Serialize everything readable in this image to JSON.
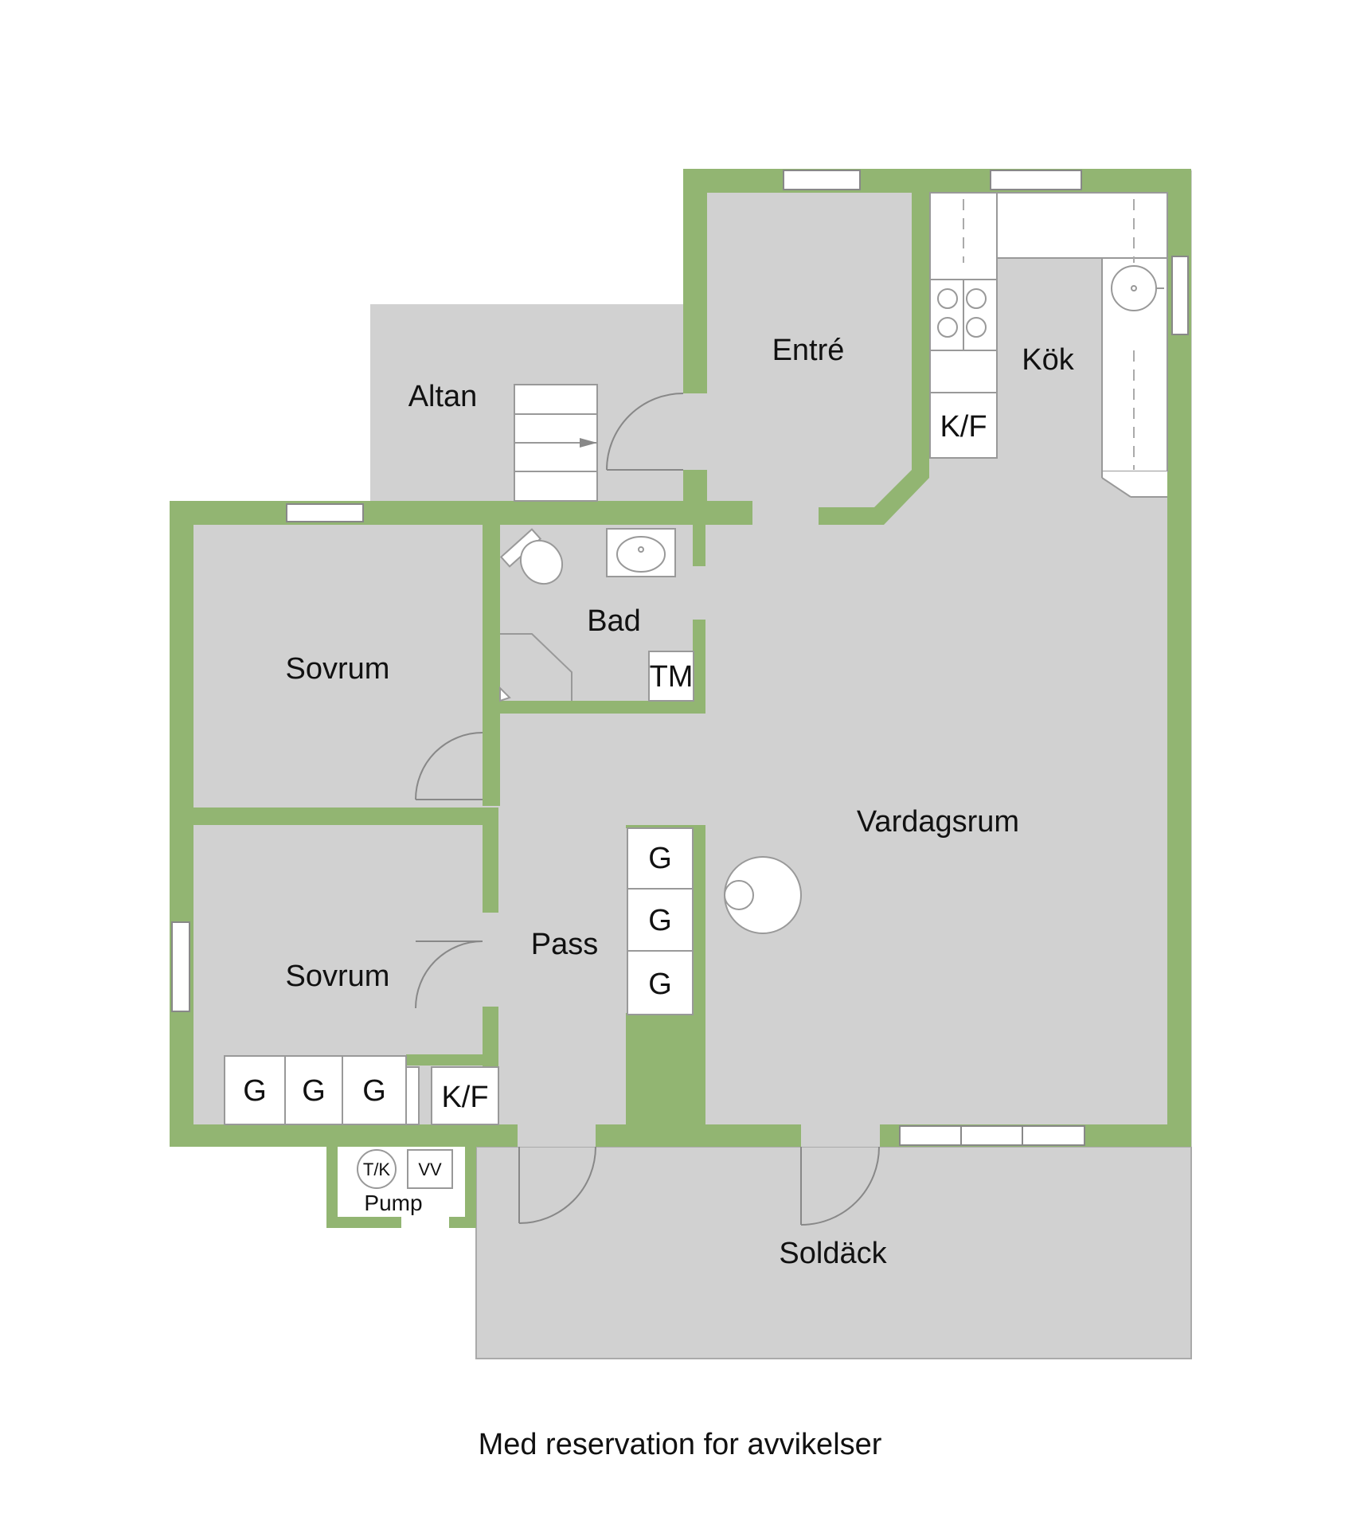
{
  "colors": {
    "wall": "#92b572",
    "floor": "#d1d1d1",
    "fixture": "#ffffff",
    "outline": "#999999",
    "text": "#111111"
  },
  "rooms": {
    "altan": "Altan",
    "entre": "Entré",
    "kok": "Kök",
    "bad": "Bad",
    "sovrum_1": "Sovrum",
    "sovrum_2": "Sovrum",
    "vardagsrum": "Vardagsrum",
    "pass": "Pass",
    "soldack": "Soldäck",
    "pump": "Pump"
  },
  "fixtures": {
    "kitchen_fridge": "K/F",
    "bedroom_fridge": "K/F",
    "washer": "TM",
    "pump_tank": "T/K",
    "water_heater": "VV",
    "closets_hall": [
      "G",
      "G",
      "G"
    ],
    "closets_bedroom": [
      "G",
      "G",
      "G"
    ]
  },
  "caption": "Med reservation for avvikelser"
}
